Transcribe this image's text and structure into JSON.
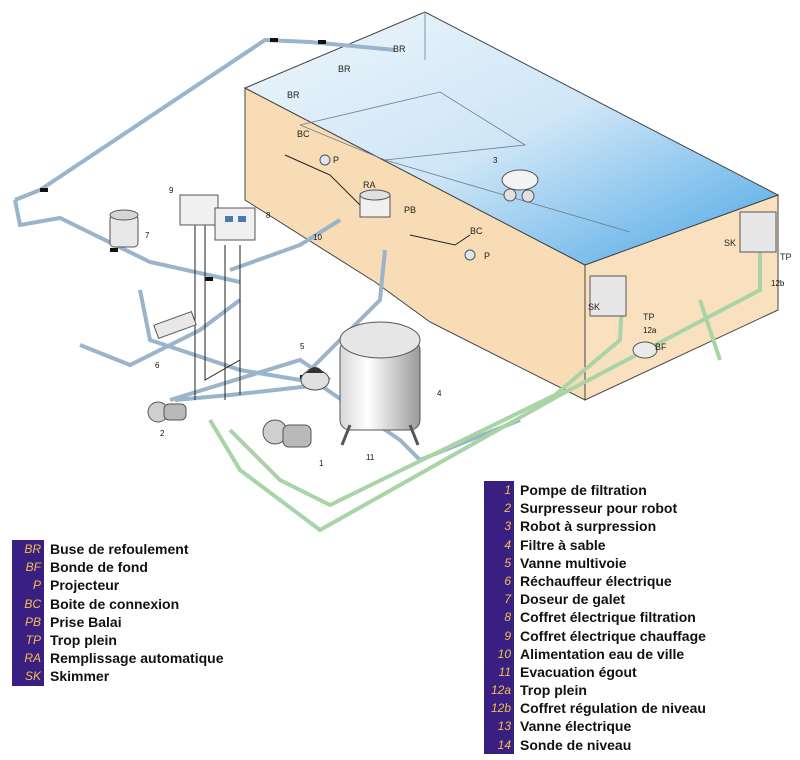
{
  "diagram": {
    "labels": {
      "br1": "BR",
      "br2": "BR",
      "br3": "BR",
      "bc1": "BC",
      "bc2": "BC",
      "p1": "P",
      "p2": "P",
      "ra": "RA",
      "pb": "PB",
      "sk1": "SK",
      "sk2": "SK",
      "tp1": "TP",
      "tp2": "TP",
      "bf": "BF",
      "n1": "1",
      "n2": "2",
      "n3": "3",
      "n4": "4",
      "n5": "5",
      "n6": "6",
      "n7": "7",
      "n8": "8",
      "n9": "9",
      "n10": "10",
      "n11": "11",
      "n12a": "12a",
      "n12b": "12b"
    }
  },
  "legend_left": [
    {
      "code": "BR",
      "text": "Buse de refoulement"
    },
    {
      "code": "BF",
      "text": "Bonde de fond"
    },
    {
      "code": "P",
      "text": "Projecteur"
    },
    {
      "code": "BC",
      "text": "Boite de connexion"
    },
    {
      "code": "PB",
      "text": "Prise Balai"
    },
    {
      "code": "TP",
      "text": "Trop plein"
    },
    {
      "code": "RA",
      "text": "Remplissage automatique"
    },
    {
      "code": "SK",
      "text": "Skimmer"
    }
  ],
  "legend_right": [
    {
      "code": "1",
      "text": "Pompe de filtration"
    },
    {
      "code": "2",
      "text": "Surpresseur pour robot"
    },
    {
      "code": "3",
      "text": "Robot à surpression"
    },
    {
      "code": "4",
      "text": "Filtre à sable"
    },
    {
      "code": "5",
      "text": "Vanne multivoie"
    },
    {
      "code": "6",
      "text": "Réchauffeur électrique"
    },
    {
      "code": "7",
      "text": "Doseur de galet"
    },
    {
      "code": "8",
      "text": "Coffret électrique filtration"
    },
    {
      "code": "9",
      "text": "Coffret électrique chauffage"
    },
    {
      "code": "10",
      "text": "Alimentation eau de ville"
    },
    {
      "code": "11",
      "text": "Evacuation égout"
    },
    {
      "code": "12a",
      "text": "Trop plein"
    },
    {
      "code": "12b",
      "text": "Coffret régulation de niveau"
    },
    {
      "code": "13",
      "text": "Vanne électrique"
    },
    {
      "code": "14",
      "text": "Sonde de niveau"
    }
  ]
}
